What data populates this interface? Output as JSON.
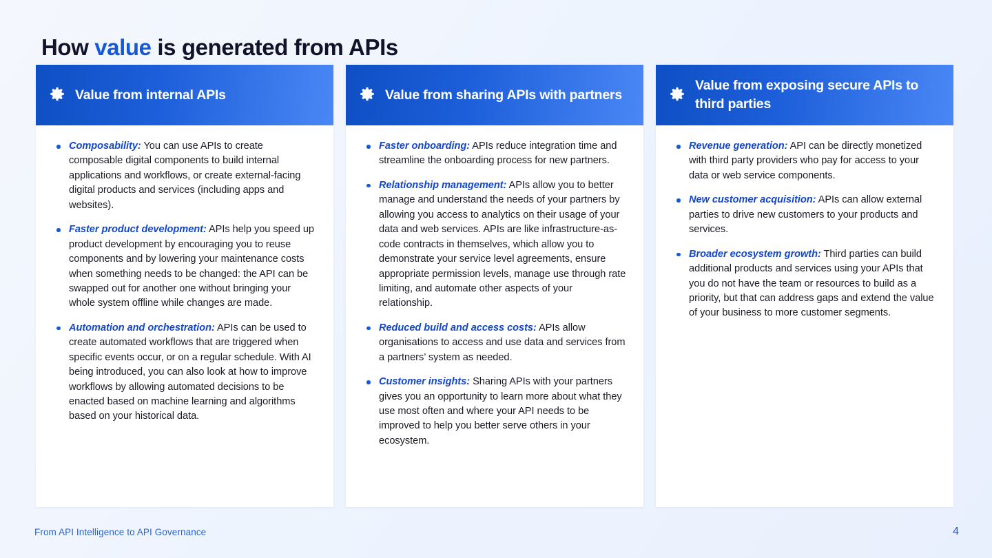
{
  "title": {
    "part1": "How ",
    "accent": "value",
    "part2": " is generated from APIs"
  },
  "colors": {
    "accent": "#1459d6",
    "header_gradient_start": "#0f4fc4",
    "header_gradient_end": "#4a87f5",
    "page_background": "#eef4fe",
    "card_background": "#ffffff",
    "body_text": "#1a1a24",
    "lead_text": "#1347c9",
    "footer_text": "#2a63cf"
  },
  "cards": [
    {
      "icon": "gear-icon",
      "title": "Value from internal APIs",
      "bullets": [
        {
          "lead": "Composability:",
          "text": " You can use APIs to create composable digital components to build internal applications and workflows, or create external-facing digital products and services (including apps and websites)."
        },
        {
          "lead": "Faster product development:",
          "text": " APIs help you speed up product development by encouraging you to reuse components and by lowering your maintenance costs when something needs to be changed: the API can be swapped out for another one without bringing your whole system offline while changes are made."
        },
        {
          "lead": "Automation and orchestration:",
          "text": " APIs can be used to create automated workflows that are triggered when specific events occur, or on a regular schedule. With AI being introduced, you can also look at how to improve workflows by allowing automated decisions to be enacted based on machine learning and algorithms based on your historical data."
        }
      ]
    },
    {
      "icon": "gear-icon",
      "title": "Value from sharing APIs with partners",
      "bullets": [
        {
          "lead": "Faster onboarding:",
          "text": " APIs reduce integration time and streamline the onboarding process for new partners."
        },
        {
          "lead": "Relationship management:",
          "text": " APIs allow you to better manage and understand the needs of your partners by allowing you access to analytics on their usage of your data and web services. APIs are like infrastructure-as-code contracts in themselves, which allow you to demonstrate your service level agreements, ensure appropriate permission levels, manage use through rate limiting, and automate other aspects of your relationship."
        },
        {
          "lead": "Reduced build and access costs:",
          "text": " APIs allow organisations to access and use data and services from a partners’ system as needed."
        },
        {
          "lead": "Customer insights:",
          "text": " Sharing APIs with your partners gives you an opportunity to learn more about what they use most often and where your API needs to be improved to help you better serve others in your ecosystem."
        }
      ]
    },
    {
      "icon": "gear-icon",
      "title": "Value from exposing secure APIs to third parties",
      "bullets": [
        {
          "lead": "Revenue generation:",
          "text": " API can be directly monetized with third party providers who pay for access to your data or web service components."
        },
        {
          "lead": "New customer acquisition:",
          "text": " APIs can allow external parties to drive new customers to your products and services."
        },
        {
          "lead": "Broader ecosystem growth:",
          "text": " Third parties can build additional products and services using your APIs that you do not have the team or resources to build as a priority, but that can address gaps and extend the value of your business to more customer segments."
        }
      ]
    }
  ],
  "footer": {
    "label": "From API Intelligence to API Governance",
    "page_number": "4"
  }
}
